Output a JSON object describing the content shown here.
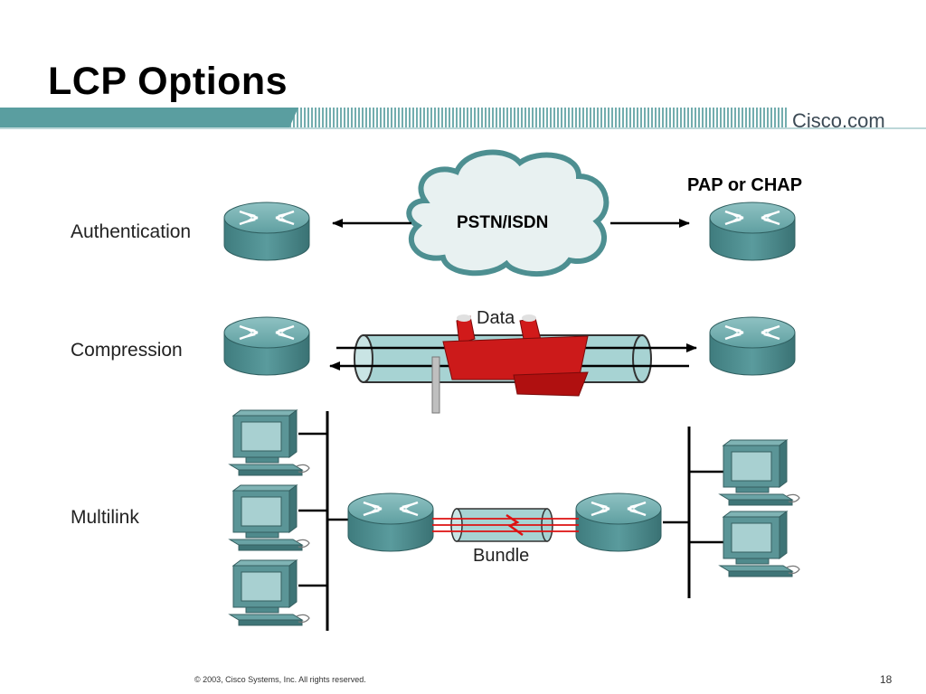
{
  "slide": {
    "title": "LCP Options",
    "brand": "Cisco.com",
    "footer": "© 2003, Cisco Systems, Inc. All rights reserved.",
    "page_number": "18"
  },
  "rows": {
    "authentication": {
      "label": "Authentication",
      "cloud_label": "PSTN/ISDN",
      "method_label": "PAP or CHAP"
    },
    "compression": {
      "label": "Compression",
      "data_label": "Data"
    },
    "multilink": {
      "label": "Multilink",
      "bundle_label": "Bundle"
    }
  },
  "colors": {
    "banner_teal": "#5a9ea0",
    "router_teal": "#4d8f91",
    "vise_red": "#cc1a1a",
    "tube_fill": "#a7d3d3"
  }
}
